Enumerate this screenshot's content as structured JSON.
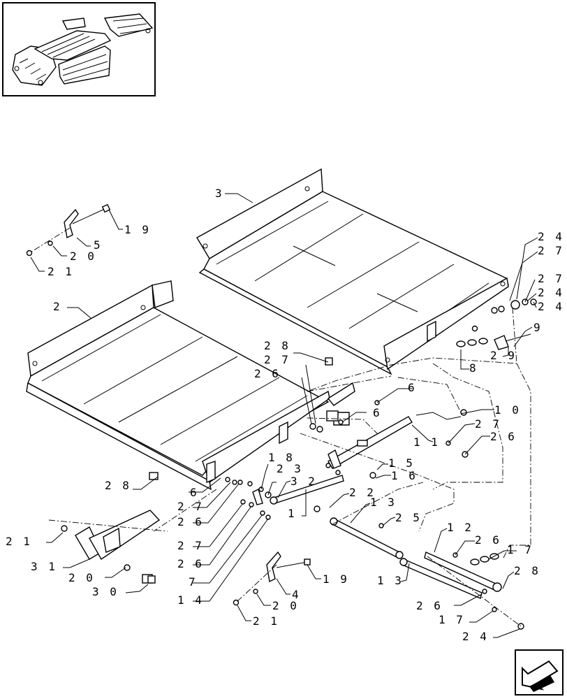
{
  "callouts": [
    {
      "id": "c3",
      "text": "3"
    },
    {
      "id": "c19a",
      "text": "1 9"
    },
    {
      "id": "c5",
      "text": "5"
    },
    {
      "id": "c20a",
      "text": "2 0"
    },
    {
      "id": "c21a",
      "text": "2 1"
    },
    {
      "id": "c2",
      "text": "2"
    },
    {
      "id": "c24a",
      "text": "2 4"
    },
    {
      "id": "c27a",
      "text": "2 7"
    },
    {
      "id": "c27b",
      "text": "2 7"
    },
    {
      "id": "c24b",
      "text": "2 4"
    },
    {
      "id": "c24c",
      "text": "2 4"
    },
    {
      "id": "c9",
      "text": "9"
    },
    {
      "id": "c29",
      "text": "2 9"
    },
    {
      "id": "c8",
      "text": "8"
    },
    {
      "id": "c28a",
      "text": "2 8"
    },
    {
      "id": "c27c",
      "text": "2 7"
    },
    {
      "id": "c26a",
      "text": "2 6"
    },
    {
      "id": "c6a",
      "text": "6"
    },
    {
      "id": "c6b",
      "text": "6"
    },
    {
      "id": "c10",
      "text": "1 0"
    },
    {
      "id": "c11",
      "text": "1 1"
    },
    {
      "id": "c27d",
      "text": "2 7"
    },
    {
      "id": "c26b",
      "text": "2 6"
    },
    {
      "id": "c15",
      "text": "1 5"
    },
    {
      "id": "c16",
      "text": "1 6"
    },
    {
      "id": "c18",
      "text": "1 8"
    },
    {
      "id": "c23",
      "text": "2 3"
    },
    {
      "id": "c32",
      "text": "3 2"
    },
    {
      "id": "c28b",
      "text": "2 8"
    },
    {
      "id": "c6c",
      "text": "6"
    },
    {
      "id": "c27e",
      "text": "2 7"
    },
    {
      "id": "c26c",
      "text": "2 6"
    },
    {
      "id": "c1",
      "text": "1"
    },
    {
      "id": "c22",
      "text": "2 2"
    },
    {
      "id": "c13a",
      "text": "1 3"
    },
    {
      "id": "c25",
      "text": "2 5"
    },
    {
      "id": "c12",
      "text": "1 2"
    },
    {
      "id": "c26d",
      "text": "2 6"
    },
    {
      "id": "c17a",
      "text": "1 7"
    },
    {
      "id": "c28c",
      "text": "2 8"
    },
    {
      "id": "c21b",
      "text": "2 1"
    },
    {
      "id": "c31",
      "text": "3 1"
    },
    {
      "id": "c20b",
      "text": "2 0"
    },
    {
      "id": "c30",
      "text": "3 0"
    },
    {
      "id": "c27f",
      "text": "2 7"
    },
    {
      "id": "c26e",
      "text": "2 6"
    },
    {
      "id": "c7",
      "text": "7"
    },
    {
      "id": "c14",
      "text": "1 4"
    },
    {
      "id": "c19b",
      "text": "1 9"
    },
    {
      "id": "c4",
      "text": "4"
    },
    {
      "id": "c20c",
      "text": "2 0"
    },
    {
      "id": "c21c",
      "text": "2 1"
    },
    {
      "id": "c13b",
      "text": "1 3"
    },
    {
      "id": "c26f",
      "text": "2 6"
    },
    {
      "id": "c17b",
      "text": "1 7"
    },
    {
      "id": "c24d",
      "text": "2 4"
    }
  ],
  "icons": {
    "thumbnail": "machine-overview-thumbnail",
    "nav": "next-page-arrow-icon"
  }
}
